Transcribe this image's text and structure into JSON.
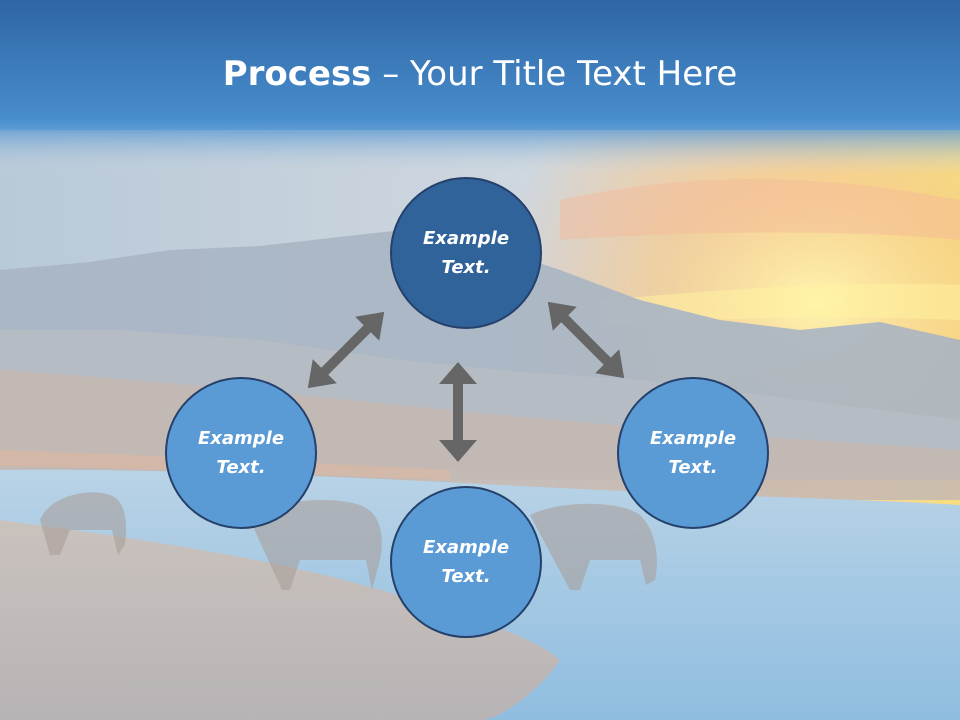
{
  "slide": {
    "title_bold": "Process",
    "title_rest": " – Your Title Text Here"
  },
  "diagram": {
    "nodes": [
      {
        "id": "top",
        "label": "Example Text.",
        "fill": "#30639a"
      },
      {
        "id": "left",
        "label": "Example Text.",
        "fill": "#5b9bd5"
      },
      {
        "id": "bottom",
        "label": "Example Text.",
        "fill": "#5b9bd5"
      },
      {
        "id": "right",
        "label": "Example Text.",
        "fill": "#5b9bd5"
      }
    ],
    "arrow_color": "#666666",
    "arrows": [
      {
        "from": "left",
        "to": "top",
        "direction": "double"
      },
      {
        "from": "top",
        "to": "right",
        "direction": "double"
      },
      {
        "from": "top",
        "to": "bottom",
        "direction": "double"
      }
    ]
  },
  "colors": {
    "header_top": "#2f66a5",
    "header_bottom": "#4a90d0",
    "sky": "#c6d3de",
    "sunset": "#f5d27a",
    "water": "#a9cbe4"
  }
}
